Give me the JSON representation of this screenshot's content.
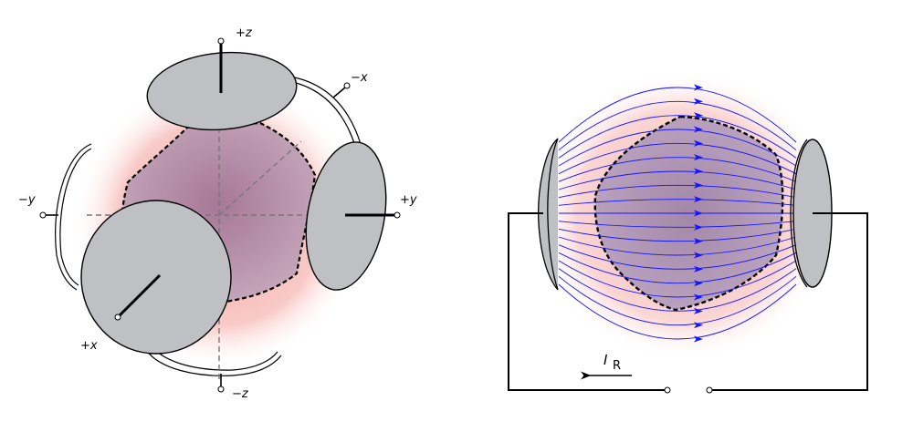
{
  "left_diagram": {
    "labels": {
      "plus_z": "+z",
      "minus_z": "−z",
      "plus_x": "+x",
      "minus_x": "−x",
      "plus_y": "+y",
      "minus_y": "−y"
    }
  },
  "right_diagram": {
    "current_label": "I",
    "current_subscript": "R"
  },
  "colors": {
    "electrode_fill": "#bfc0c4",
    "glow": "#f4a8a8",
    "region": "#b48ca8",
    "field_lines": "#1414ff"
  }
}
